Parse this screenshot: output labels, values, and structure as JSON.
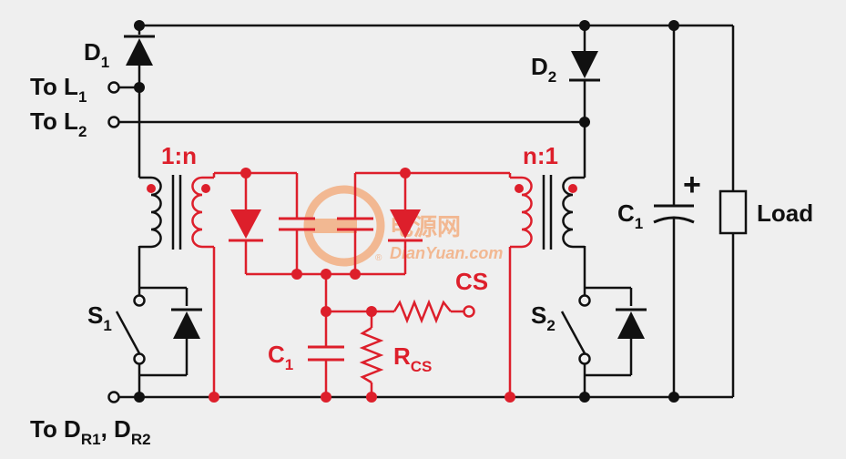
{
  "colors": {
    "background": "#efefef",
    "black_circuit": "#111111",
    "red_circuit": "#dd1f2b",
    "watermark": "#f3a673"
  },
  "labels": {
    "d1": {
      "main": "D",
      "sub": "1"
    },
    "d2": {
      "main": "D",
      "sub": "2"
    },
    "to_l1": {
      "main": "To L",
      "sub": "1"
    },
    "to_l2": {
      "main": "To L",
      "sub": "2"
    },
    "ratio_left": "1:n",
    "ratio_right": "n:1",
    "cs": "CS",
    "c1_red": {
      "main": "C",
      "sub": "1"
    },
    "rcs": {
      "main": "R",
      "sub": "CS"
    },
    "s1": {
      "main": "S",
      "sub": "1"
    },
    "s2": {
      "main": "S",
      "sub": "2"
    },
    "c1_out": {
      "main": "C",
      "sub": "1"
    },
    "plus": "+",
    "load": "Load",
    "to_dr": {
      "p1": "To D",
      "s1": "R1",
      "p2": ", D",
      "s2": "R2"
    }
  },
  "watermark": {
    "cn": "电源网",
    "en": "DianYuan.com",
    "reg": "®"
  }
}
